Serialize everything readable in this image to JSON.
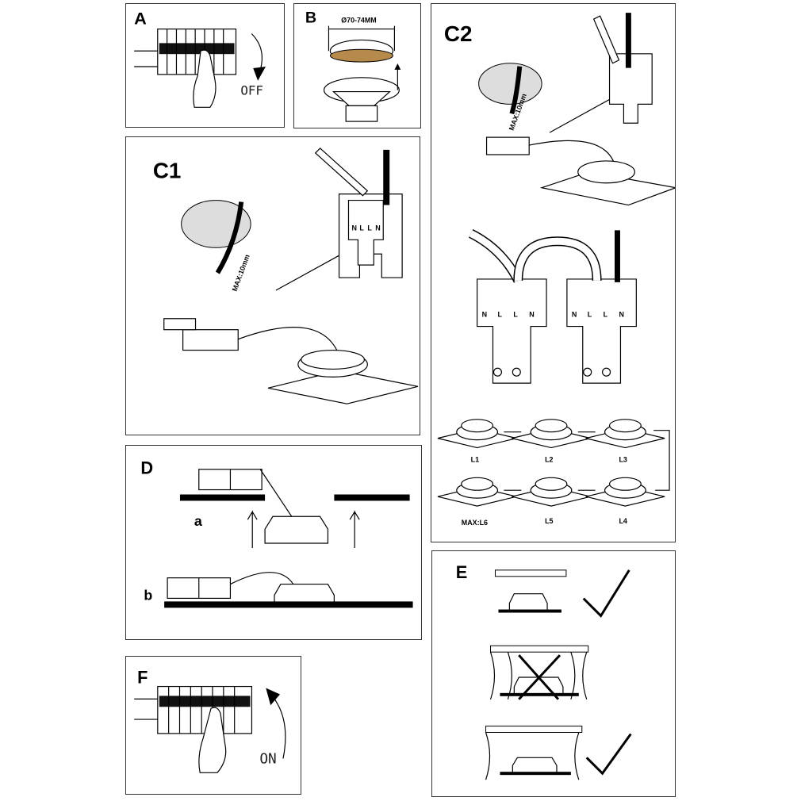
{
  "panels": {
    "a": {
      "label": "A",
      "state": "OFF"
    },
    "b": {
      "label": "B",
      "dimension": "Ø70-74MM"
    },
    "c1": {
      "label": "C1",
      "max_strip": "MAX:10mm",
      "terminals": [
        "N",
        "L",
        "L",
        "N"
      ]
    },
    "c2": {
      "label": "C2",
      "max_strip": "MAX:10mm",
      "terminals": [
        "N",
        "L",
        "L",
        "N"
      ],
      "chain": [
        "L1",
        "L2",
        "L3",
        "L4",
        "L5",
        "MAX:L6"
      ]
    },
    "d": {
      "label": "D",
      "steps": [
        "a",
        "b"
      ]
    },
    "e": {
      "label": "E"
    },
    "f": {
      "label": "F",
      "state": "ON"
    }
  }
}
